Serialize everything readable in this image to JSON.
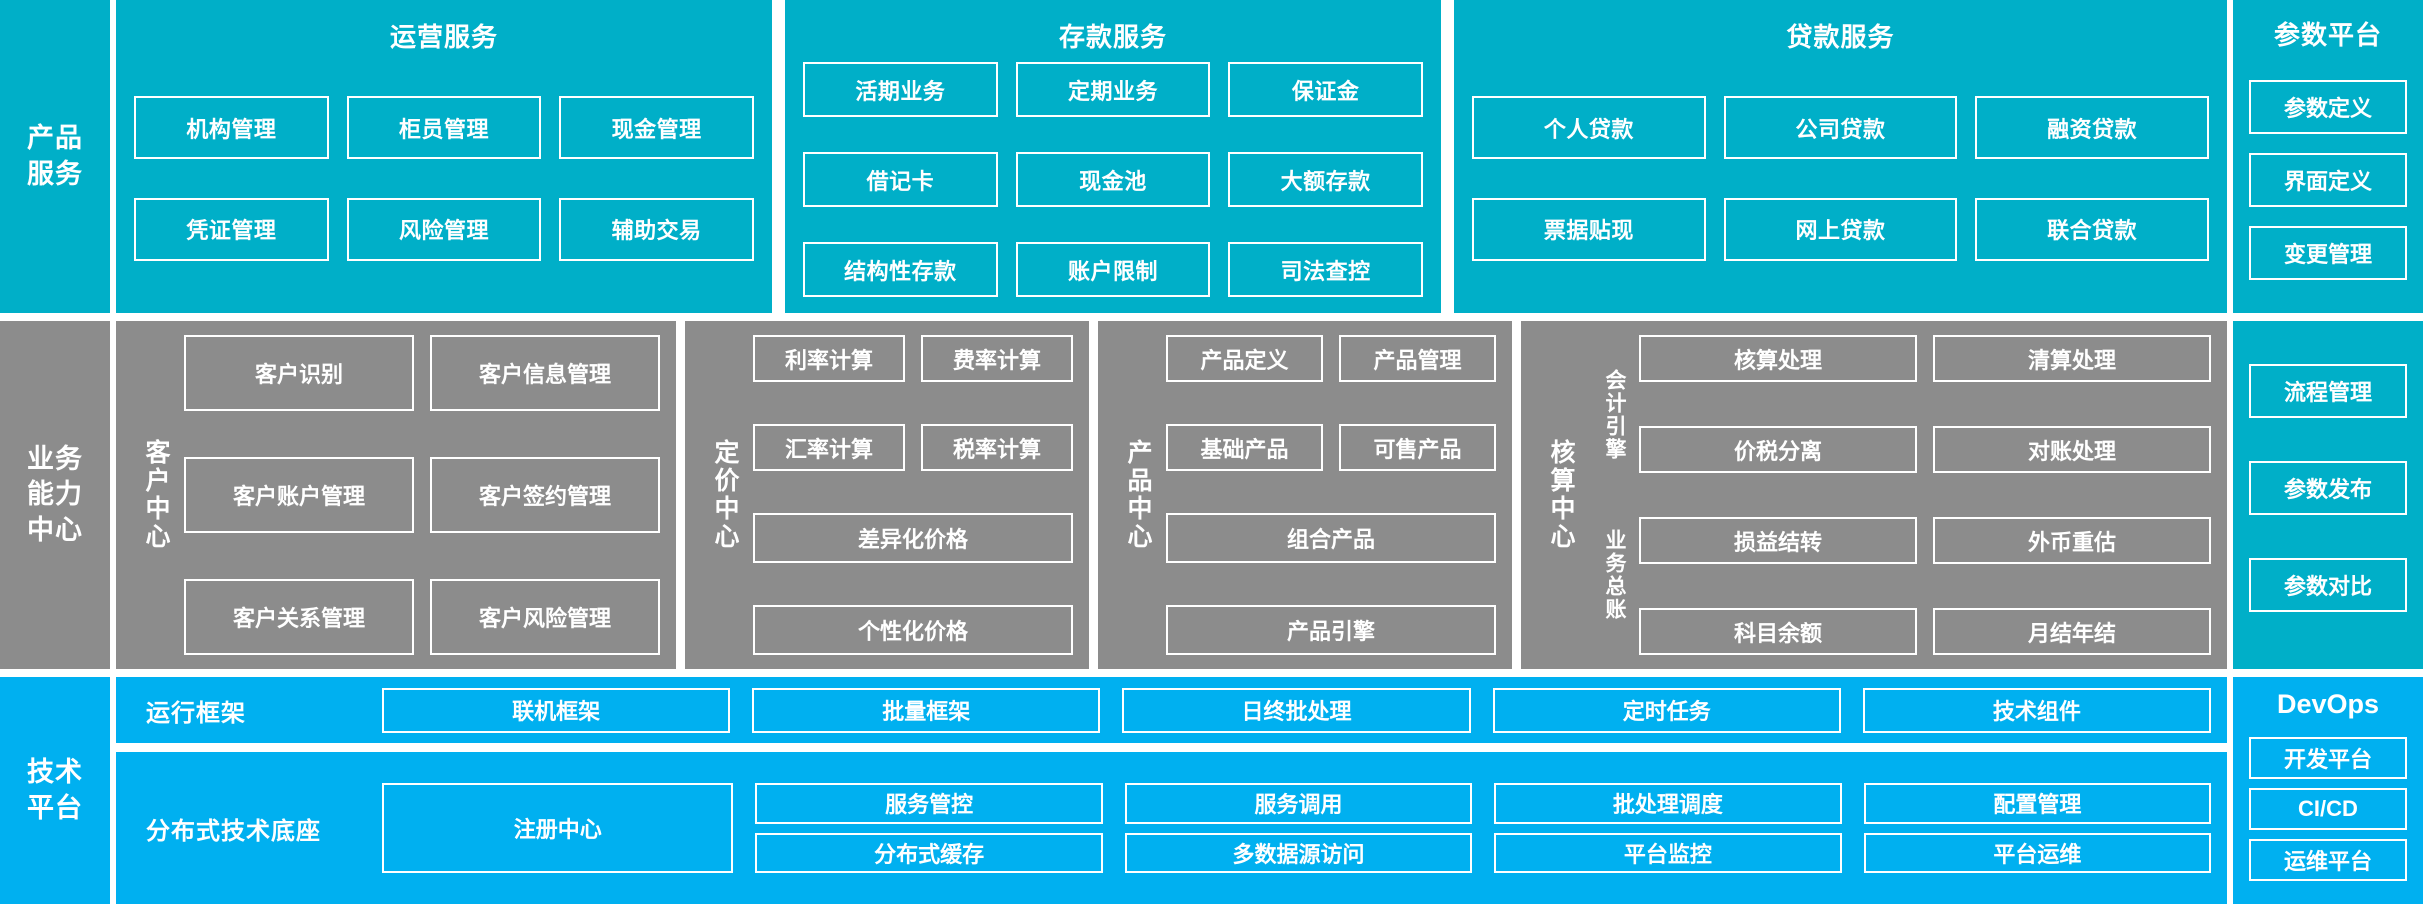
{
  "colors": {
    "teal": "#00AFC8",
    "gray": "#8C8C8C",
    "blue": "#00B0F0",
    "border": "#FFFFFF",
    "text": "#FFFFFF"
  },
  "layers": {
    "product_service": {
      "rail_label": "产品\n服务",
      "groups": [
        {
          "title": "运营服务",
          "rows": [
            [
              "机构管理",
              "柜员管理",
              "现金管理"
            ],
            [
              "凭证管理",
              "风险管理",
              "辅助交易"
            ]
          ]
        },
        {
          "title": "存款服务",
          "rows": [
            [
              "活期业务",
              "定期业务",
              "保证金"
            ],
            [
              "借记卡",
              "现金池",
              "大额存款"
            ],
            [
              "结构性存款",
              "账户限制",
              "司法查控"
            ]
          ]
        },
        {
          "title": "贷款服务",
          "rows": [
            [
              "个人贷款",
              "公司贷款",
              "融资贷款"
            ],
            [
              "票据贴现",
              "网上贷款",
              "联合贷款"
            ]
          ]
        }
      ]
    },
    "business_capability": {
      "rail_label": "业务\n能力\n中心",
      "centers": [
        {
          "name": "客户中心",
          "rows": [
            [
              "客户识别",
              "客户信息管理"
            ],
            [
              "客户账户管理",
              "客户签约管理"
            ],
            [
              "客户关系管理",
              "客户风险管理"
            ]
          ]
        },
        {
          "name": "定价中心",
          "rows": [
            [
              "利率计算",
              "费率计算"
            ],
            [
              "汇率计算",
              "税率计算"
            ],
            [
              "差异化价格"
            ],
            [
              "个性化价格"
            ]
          ]
        },
        {
          "name": "产品中心",
          "rows": [
            [
              "产品定义",
              "产品管理"
            ],
            [
              "基础产品",
              "可售产品"
            ],
            [
              "组合产品"
            ],
            [
              "产品引擎"
            ]
          ]
        },
        {
          "name": "核算中心",
          "sub_labels": [
            "会计引擎",
            "业务总账"
          ],
          "rows": [
            [
              "核算处理",
              "清算处理"
            ],
            [
              "价税分离",
              "对账处理"
            ],
            [
              "损益结转",
              "外币重估"
            ],
            [
              "科目余额",
              "月结年结"
            ]
          ]
        }
      ]
    },
    "technical_platform": {
      "rail_label": "技术\n平台",
      "rows": [
        {
          "label": "运行框架",
          "cells": [
            "联机框架",
            "批量框架",
            "日终批处理",
            "定时任务",
            "技术组件"
          ]
        },
        {
          "label": "分布式技术底座",
          "register": "注册中心",
          "stacks": [
            [
              "服务管控",
              "分布式缓存"
            ],
            [
              "服务调用",
              "多数据源访问"
            ],
            [
              "批处理调度",
              "平台监控"
            ],
            [
              "配置管理",
              "平台运维"
            ]
          ]
        }
      ]
    }
  },
  "right_columns": {
    "parameter_platform": {
      "title": "参数平台",
      "items": [
        "参数定义",
        "界面定义",
        "变更管理",
        "流程管理",
        "参数发布",
        "参数对比"
      ]
    },
    "devops": {
      "title": "DevOps",
      "items": [
        "开发平台",
        "CI/CD",
        "运维平台"
      ]
    }
  }
}
